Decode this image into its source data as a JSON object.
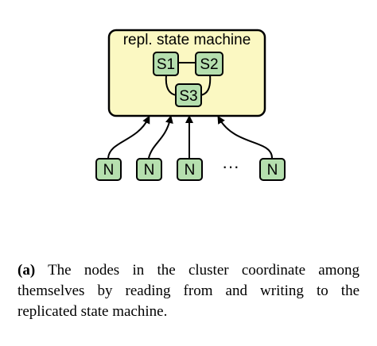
{
  "diagram": {
    "box_title": "repl. state machine",
    "states": [
      "S1",
      "S2",
      "S3"
    ],
    "nodes": [
      "N",
      "N",
      "N",
      "N"
    ],
    "ellipsis": "···",
    "colors": {
      "box_fill": "#fbf8c2",
      "node_fill": "#b5dfae",
      "stroke": "#000000"
    }
  },
  "caption": {
    "label": "(a)",
    "text": " The nodes in the cluster coordinate among themselves by reading from and writing to the replicated state machine."
  }
}
